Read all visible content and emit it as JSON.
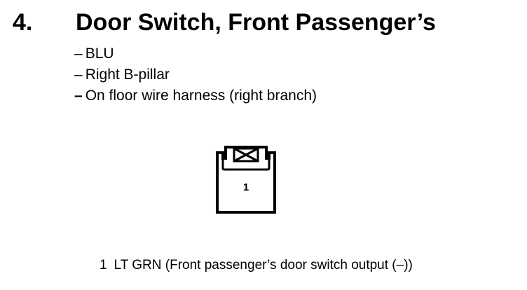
{
  "header": {
    "number": "4.",
    "title": "Door Switch, Front Passenger’s"
  },
  "details": [
    {
      "dash": "–",
      "text": "BLU"
    },
    {
      "dash": "–",
      "text": "Right B-pillar"
    },
    {
      "dash": "–",
      "text": "On floor wire harness (right branch)"
    }
  ],
  "connector": {
    "pins": [
      {
        "number": "1"
      }
    ]
  },
  "pin_descriptions": [
    {
      "number": "1",
      "text": "LT GRN (Front passenger’s door switch output (–))"
    }
  ]
}
